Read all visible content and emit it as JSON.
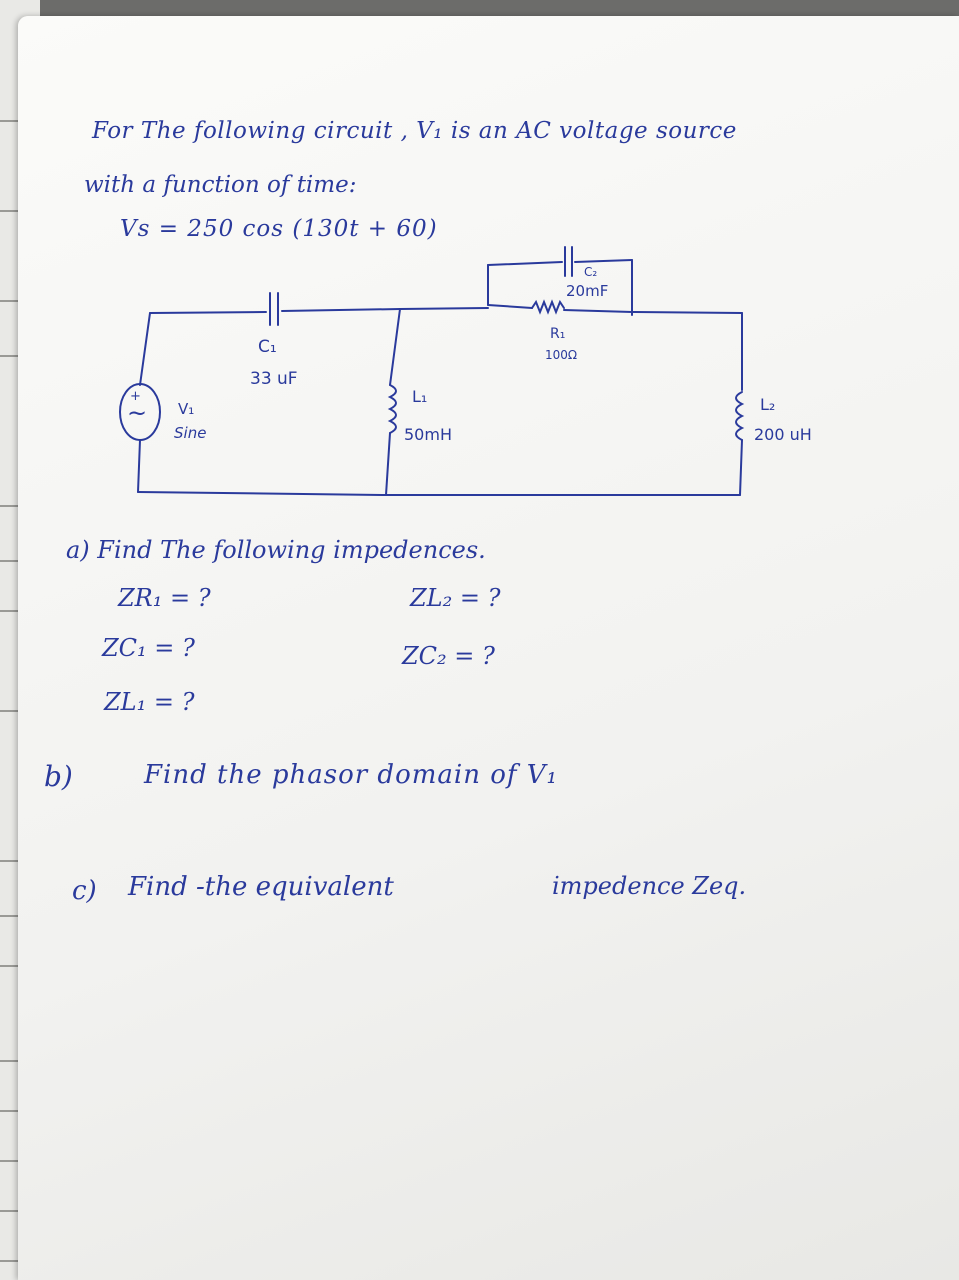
{
  "intro": {
    "line1": "For The following circuit , V₁ is an AC voltage source",
    "line2": "with a function of time:",
    "equation": "Vs = 250 cos (130t + 60)"
  },
  "circuit": {
    "source_name": "V₁",
    "source_type": "Sine",
    "c1_name": "C₁",
    "c1_value": "33 uF",
    "l1_name": "L₁",
    "l1_value": "50mH",
    "c2_name": "C₂",
    "c2_value": "20mF",
    "r1_name": "R₁",
    "r1_value": "100Ω",
    "l2_name": "L₂",
    "l2_value": "200 uH",
    "source_symbol": "~",
    "plus": "+"
  },
  "part_a": {
    "heading": "a)  Find The following impedences.",
    "zr1": "ZR₁ = ?",
    "zc1": "ZC₁ = ?",
    "zl1": "ZL₁ = ?",
    "zl2": "ZL₂ = ?",
    "zc2": "ZC₂ = ?"
  },
  "part_b": {
    "label": "b)",
    "text": "Find  the  phasor  domain  of  V₁"
  },
  "part_c": {
    "label": "c)",
    "text1": "Find  -the  equivalent",
    "text2": "impedence  Zeq."
  },
  "colors": {
    "ink": "#2a3a9c",
    "paper": "#f7f7f5",
    "desk": "#5a5a58"
  }
}
